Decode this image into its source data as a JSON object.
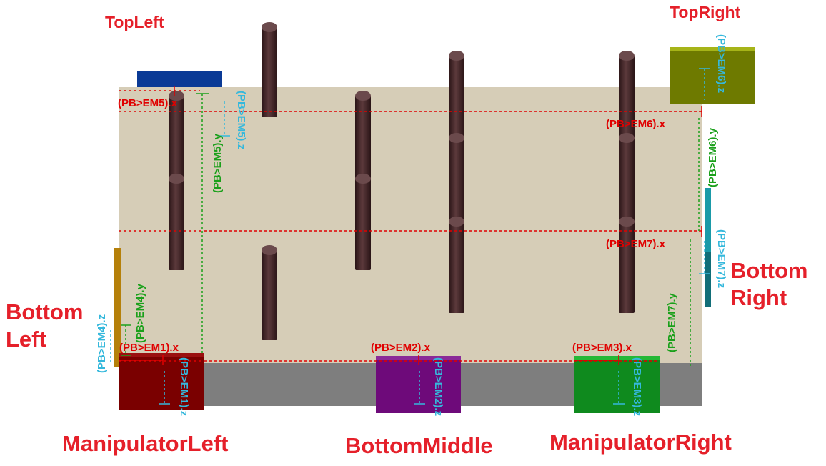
{
  "colors": {
    "plate": "#d6cdb7",
    "base": "#7e7e7e",
    "post": "#4a2a2c",
    "label_red": "#e5202a",
    "measure_red": "#e00000",
    "measure_green": "#1aa01a",
    "measure_cyan": "#35b8dc",
    "manipulator_left": "#7a0000",
    "bottom_middle": "#6e0a7a",
    "manipulator_right": "#0f8a1e",
    "top_left": "#0a3a96",
    "top_right": "#6e7a00",
    "bottom_left": "#b5800a",
    "bottom_right": "#1a9aa8"
  },
  "locations": {
    "top_left": "TopLeft",
    "top_right": "TopRight",
    "bottom_left_line1": "Bottom",
    "bottom_left_line2": "Left",
    "bottom_right_line1": "Bottom",
    "bottom_right_line2": "Right",
    "manipulator_left": "ManipulatorLeft",
    "bottom_middle": "BottomMiddle",
    "manipulator_right": "ManipulatorRight"
  },
  "measures": {
    "em1_x": "(PB>EM1).x",
    "em1_z": "(PB>EM1).z",
    "em2_x": "(PB>EM2).x",
    "em2_z": "(PB>EM2).z",
    "em3_x": "(PB>EM3).x",
    "em3_z": "(PB>EM3).z",
    "em4_y": "(PB>EM4).y",
    "em4_z": "(PB>EM4).z",
    "em5_x": "(PB>EM5).x",
    "em5_y": "(PB>EM5).y",
    "em5_z": "(PB>EM5).z",
    "em6_x": "(PB>EM6).x",
    "em6_y": "(PB>EM6).y",
    "em6_z": "(PB>EM6).z",
    "em7_x": "(PB>EM7).x",
    "em7_y": "(PB>EM7).y",
    "em7_z": "(PB>EM7).z"
  }
}
